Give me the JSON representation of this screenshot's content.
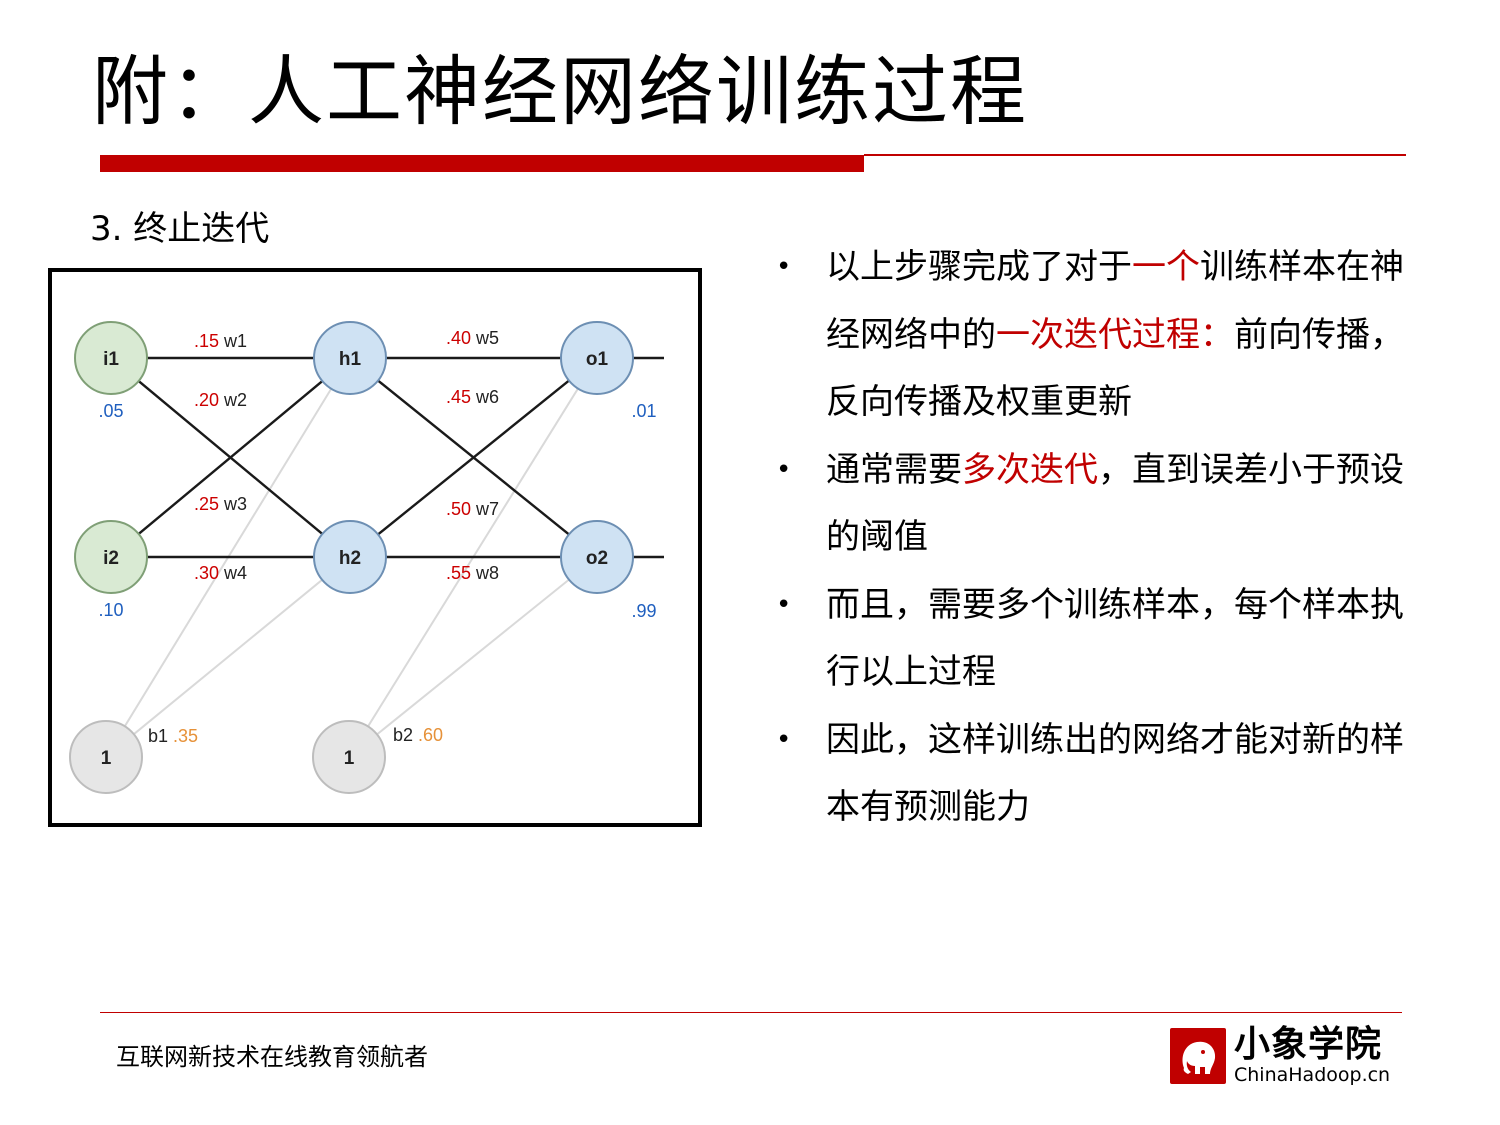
{
  "slide": {
    "title": "附：人工神经网络训练过程",
    "subtitle": "3. 终止迭代"
  },
  "diagram": {
    "nodes": [
      {
        "id": "i1",
        "label": "i1",
        "value": ".05"
      },
      {
        "id": "i2",
        "label": "i2",
        "value": ".10"
      },
      {
        "id": "h1",
        "label": "h1"
      },
      {
        "id": "h2",
        "label": "h2"
      },
      {
        "id": "o1",
        "label": "o1",
        "value": ".01"
      },
      {
        "id": "o2",
        "label": "o2",
        "value": ".99"
      },
      {
        "id": "b1",
        "label": "1"
      },
      {
        "id": "b2",
        "label": "1"
      }
    ],
    "weights": [
      {
        "name": "w1",
        "value": ".15"
      },
      {
        "name": "w2",
        "value": ".20"
      },
      {
        "name": "w3",
        "value": ".25"
      },
      {
        "name": "w4",
        "value": ".30"
      },
      {
        "name": "w5",
        "value": ".40"
      },
      {
        "name": "w6",
        "value": ".45"
      },
      {
        "name": "w7",
        "value": ".50"
      },
      {
        "name": "w8",
        "value": ".55"
      }
    ],
    "biases": [
      {
        "name": "b1",
        "value": ".35"
      },
      {
        "name": "b2",
        "value": ".60"
      }
    ],
    "colors": {
      "input_fill": "#d9ead3",
      "hidden_fill": "#cfe2f3",
      "output_fill": "#cfe2f3",
      "bias_fill": "#e6e6e6",
      "weight_value": "#cc0000",
      "io_value": "#1f5fbf",
      "bias_value": "#e69138"
    }
  },
  "bullets": [
    {
      "parts": [
        {
          "t": "以上步骤完成了对于"
        },
        {
          "t": "一个",
          "hl": true
        },
        {
          "t": "训练样本在神经网络中的"
        },
        {
          "t": "一次迭代过程：",
          "hl": true
        },
        {
          "t": "前向传播，反向传播及权重更新"
        }
      ]
    },
    {
      "parts": [
        {
          "t": "通常需要"
        },
        {
          "t": "多次迭代",
          "hl": true
        },
        {
          "t": "，直到误差小于预设的阈值"
        }
      ]
    },
    {
      "parts": [
        {
          "t": "而且，需要多个训练样本，每个样本执行以上过程"
        }
      ]
    },
    {
      "parts": [
        {
          "t": "因此，这样训练出的网络才能对新的样本有预测能力"
        }
      ]
    }
  ],
  "bullet_glyph": "•",
  "footer": {
    "tagline": "互联网新技术在线教育领航者",
    "logo_cn": "小象学院",
    "logo_en": "ChinaHadoop.cn",
    "logo_icon": "elephant-icon"
  },
  "theme": {
    "accent": "#c00000"
  }
}
